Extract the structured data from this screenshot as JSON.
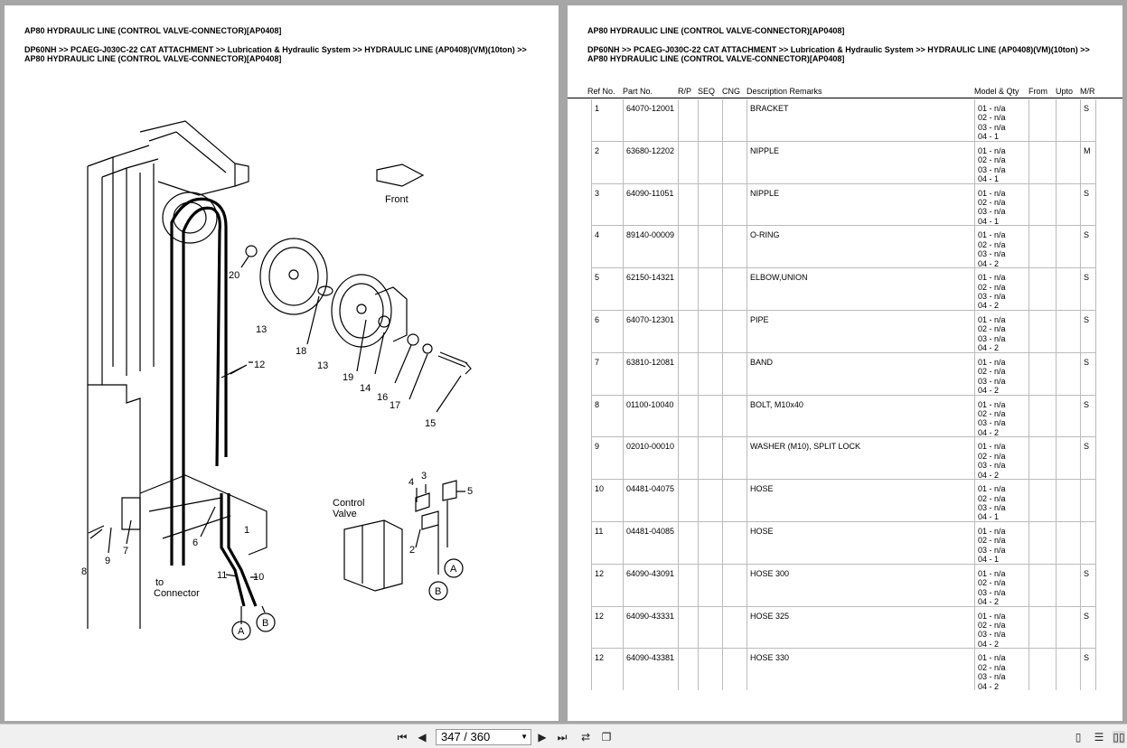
{
  "left_page": {
    "title": "AP80 HYDRAULIC LINE (CONTROL VALVE-CONNECTOR)[AP0408]",
    "breadcrumb_line1": "DP60NH >> PCAEG-J030C-22 CAT ATTACHMENT >> Lubrication & Hydraulic System >> HYDRAULIC LINE (AP0408)(VM)(10ton) >>",
    "breadcrumb_line2": "AP80 HYDRAULIC LINE (CONTROL VALVE-CONNECTOR)[AP0408]",
    "diagram_labels": {
      "front": "Front",
      "control_valve_1": "Control",
      "control_valve_2": "Valve",
      "to_connector_1": "to",
      "to_connector_2": "Connector",
      "n1": "1",
      "n2": "2",
      "n3": "3",
      "n4": "4",
      "n5": "5",
      "n6": "6",
      "n7": "7",
      "n8": "8",
      "n9": "9",
      "n10": "10",
      "n11": "11",
      "n12": "12",
      "n13a": "13",
      "n13b": "13",
      "n14": "14",
      "n15": "15",
      "n16": "16",
      "n17": "17",
      "n18": "18",
      "n19": "19",
      "n20": "20",
      "callout_a1": "A",
      "callout_b1": "B",
      "callout_a2": "A",
      "callout_b2": "B"
    }
  },
  "right_page": {
    "title": "AP80 HYDRAULIC LINE (CONTROL VALVE-CONNECTOR)[AP0408]",
    "breadcrumb_line1": "DP60NH >> PCAEG-J030C-22 CAT ATTACHMENT >> Lubrication & Hydraulic System >> HYDRAULIC LINE (AP0408)(VM)(10ton) >>",
    "breadcrumb_line2": "AP80 HYDRAULIC LINE (CONTROL VALVE-CONNECTOR)[AP0408]",
    "columns": {
      "ref": "Ref No.",
      "part": "Part No.",
      "rp": "R/P",
      "seq": "SEQ",
      "cng": "CNG",
      "desc": "Description Remarks",
      "model": "Model & Qty",
      "from": "From",
      "upto": "Upto",
      "mr": "M/R"
    },
    "rows": [
      {
        "ref": "1",
        "part": "64070-12001",
        "desc": "BRACKET",
        "q1": "01 - n/a",
        "q2": "02 - n/a",
        "q3": "03 - n/a",
        "q4": "04 - 1",
        "mr": "S"
      },
      {
        "ref": "2",
        "part": "63680-12202",
        "desc": "NIPPLE",
        "q1": "01 - n/a",
        "q2": "02 - n/a",
        "q3": "03 - n/a",
        "q4": "04 - 1",
        "mr": "M"
      },
      {
        "ref": "3",
        "part": "64090-11051",
        "desc": "NIPPLE",
        "q1": "01 - n/a",
        "q2": "02 - n/a",
        "q3": "03 - n/a",
        "q4": "04 - 1",
        "mr": "S"
      },
      {
        "ref": "4",
        "part": "89140-00009",
        "desc": "O-RING",
        "q1": "01 - n/a",
        "q2": "02 - n/a",
        "q3": "03 - n/a",
        "q4": "04 - 2",
        "mr": "S"
      },
      {
        "ref": "5",
        "part": "62150-14321",
        "desc": "ELBOW,UNION",
        "q1": "01 - n/a",
        "q2": "02 - n/a",
        "q3": "03 - n/a",
        "q4": "04 - 2",
        "mr": "S"
      },
      {
        "ref": "6",
        "part": "64070-12301",
        "desc": "PIPE",
        "q1": "01 - n/a",
        "q2": "02 - n/a",
        "q3": "03 - n/a",
        "q4": "04 - 2",
        "mr": "S"
      },
      {
        "ref": "7",
        "part": "63810-12081",
        "desc": "BAND",
        "q1": "01 - n/a",
        "q2": "02 - n/a",
        "q3": "03 - n/a",
        "q4": "04 - 2",
        "mr": "S"
      },
      {
        "ref": "8",
        "part": "01100-10040",
        "desc": "BOLT, M10x40",
        "q1": "01 - n/a",
        "q2": "02 - n/a",
        "q3": "03 - n/a",
        "q4": "04 - 2",
        "mr": "S"
      },
      {
        "ref": "9",
        "part": "02010-00010",
        "desc": "WASHER (M10), SPLIT LOCK",
        "q1": "01 - n/a",
        "q2": "02 - n/a",
        "q3": "03 - n/a",
        "q4": "04 - 2",
        "mr": "S"
      },
      {
        "ref": "10",
        "part": "04481-04075",
        "desc": "HOSE",
        "q1": "01 - n/a",
        "q2": "02 - n/a",
        "q3": "03 - n/a",
        "q4": "04 - 1",
        "mr": ""
      },
      {
        "ref": "11",
        "part": "04481-04085",
        "desc": "HOSE",
        "q1": "01 - n/a",
        "q2": "02 - n/a",
        "q3": "03 - n/a",
        "q4": "04 - 1",
        "mr": ""
      },
      {
        "ref": "12",
        "part": "64090-43091",
        "desc": "HOSE 300",
        "q1": "01 - n/a",
        "q2": "02 - n/a",
        "q3": "03 - n/a",
        "q4": "04 - 2",
        "mr": "S"
      },
      {
        "ref": "12",
        "part": "64090-43331",
        "desc": "HOSE 325",
        "q1": "01 - n/a",
        "q2": "02 - n/a",
        "q3": "03 - n/a",
        "q4": "04 - 2",
        "mr": "S"
      },
      {
        "ref": "12",
        "part": "64090-43381",
        "desc": "HOSE 330",
        "q1": "01 - n/a",
        "q2": "02 - n/a",
        "q3": "03 - n/a",
        "q4": "04 - 2",
        "mr": "S"
      }
    ]
  },
  "toolbar": {
    "page_indicator": "347 / 360",
    "icons": [
      "first-page-icon",
      "prev-page-icon",
      "next-page-icon",
      "last-page-icon",
      "rotate-icon",
      "compare-icon",
      "single-page-icon",
      "continuous-icon",
      "two-page-icon"
    ]
  }
}
